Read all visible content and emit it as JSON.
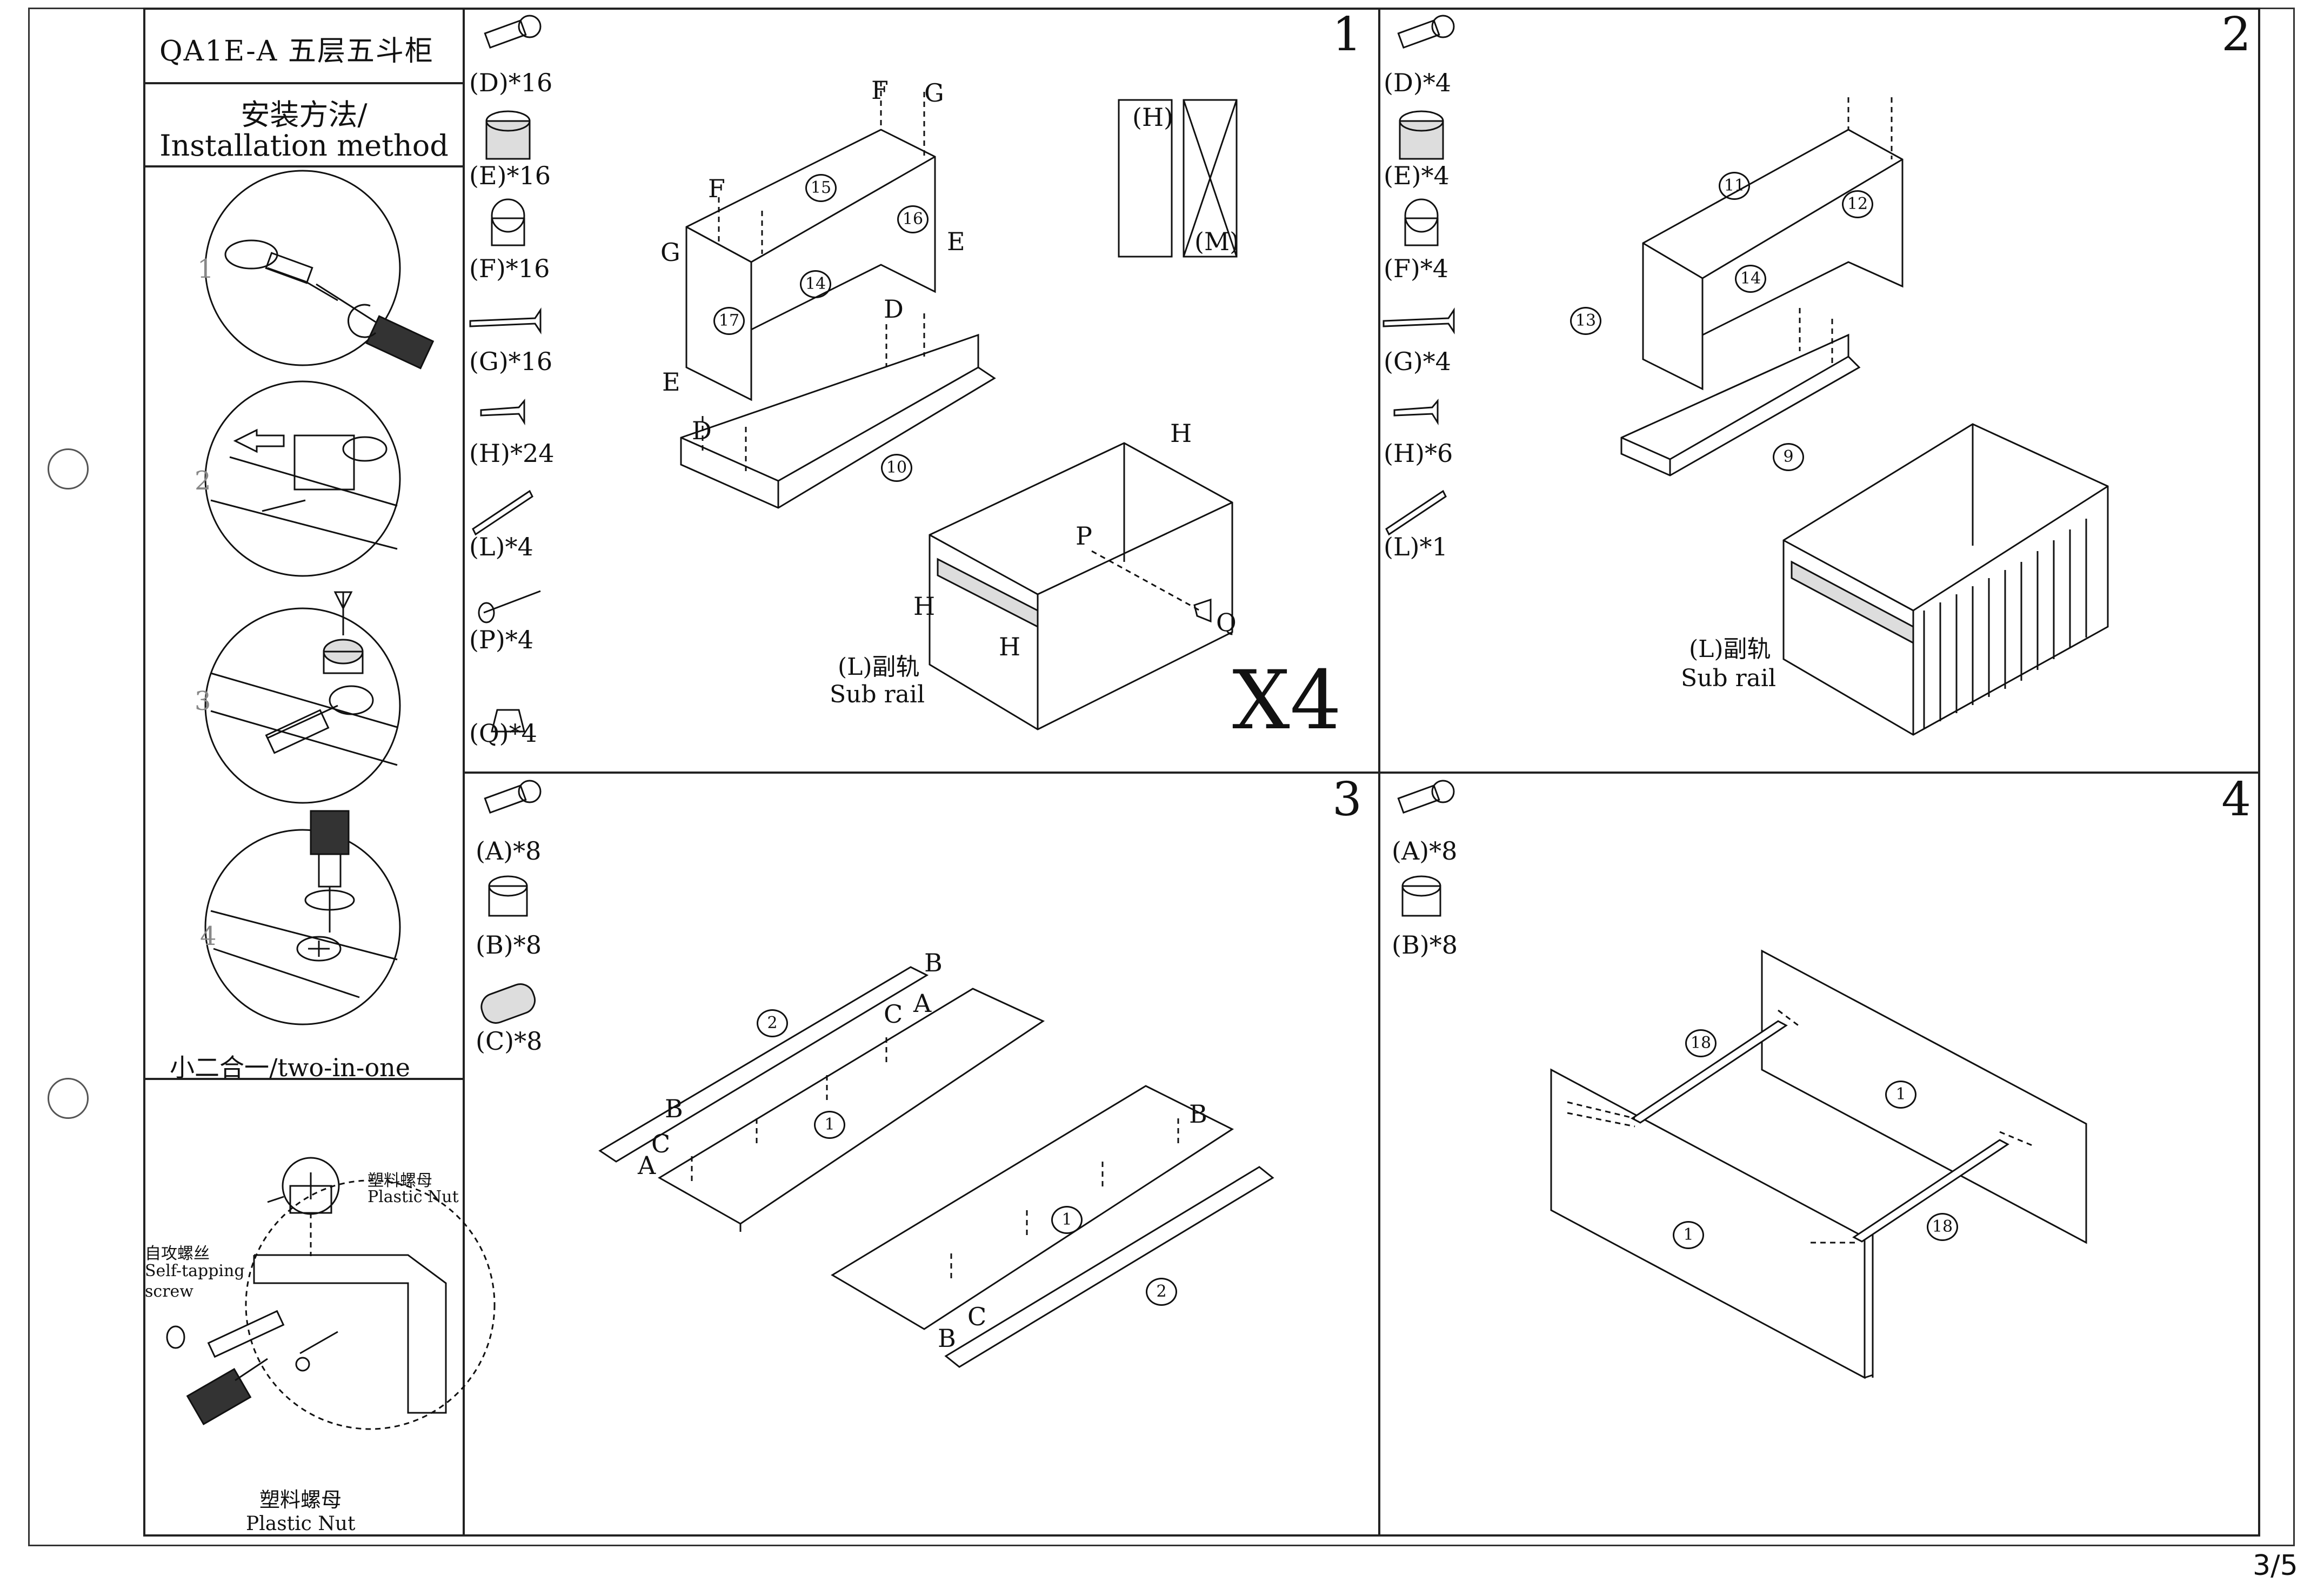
{
  "header": {
    "model_title": "QA1E-A 五层五斗柜"
  },
  "install": {
    "heading_cn": "安装方法/",
    "heading_en": "Installation method",
    "steps": [
      "1",
      "2",
      "3",
      "4"
    ],
    "caption": "小二合一/two-in-one"
  },
  "plastic_nut": {
    "label_cn": "塑料螺母",
    "label_en": "Plastic Nut",
    "screw_cn": "自攻螺丝",
    "screw_en1": "Self-tapping",
    "screw_en2": "screw",
    "bottom_cn": "塑料螺母",
    "bottom_en": "Plastic Nut"
  },
  "step1": {
    "number": "1",
    "parts": [
      "(D)*16",
      "(E)*16",
      "(F)*16",
      "(G)*16",
      "(H)*24",
      "(L)*4",
      "(P)*4",
      "(Q)*4"
    ],
    "multiplier": "X4",
    "screw_ok": "(H)",
    "screw_no": "(M)",
    "subrail_cn": "(L)副轨",
    "subrail_en": "Sub rail",
    "panels": [
      "15",
      "16",
      "14",
      "17",
      "10"
    ],
    "letters": {
      "F": "F",
      "G": "G",
      "E": "E",
      "D": "D",
      "H": "H",
      "P": "P",
      "Q": "Q"
    }
  },
  "step2": {
    "number": "2",
    "parts": [
      "(D)*4",
      "(E)*4",
      "(F)*4",
      "(G)*4",
      "(H)*6",
      "(L)*1"
    ],
    "subrail_cn": "(L)副轨",
    "subrail_en": "Sub rail",
    "panels": [
      "11",
      "12",
      "14",
      "13",
      "9"
    ]
  },
  "step3": {
    "number": "3",
    "parts": [
      "(A)*8",
      "(B)*8",
      "(C)*8"
    ],
    "panels": [
      "2",
      "1",
      "1",
      "2"
    ],
    "letters": {
      "A": "A",
      "B": "B",
      "C": "C"
    }
  },
  "step4": {
    "number": "4",
    "parts": [
      "(A)*8",
      "(B)*8"
    ],
    "panels": [
      "18",
      "1",
      "1",
      "18"
    ]
  },
  "footer": {
    "page": "3/5"
  }
}
